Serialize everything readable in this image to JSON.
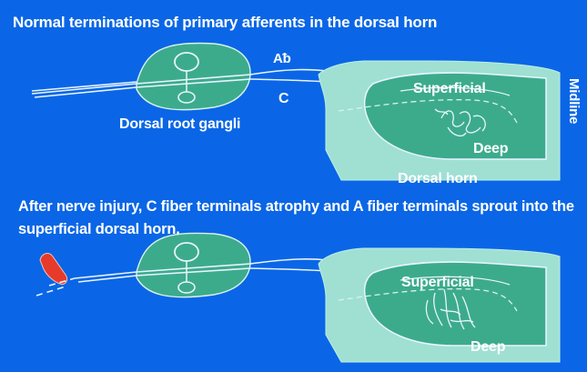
{
  "title": "Normal terminations of primary afferents in the dorsal horn",
  "caption_after_injury": "After nerve injury, C fiber terminals atrophy and A fiber terminals sprout into the superficial dorsal horn.",
  "labels": {
    "a_beta": "Aᵬ",
    "c_fiber": "C",
    "dorsal_root_ganglia": "Dorsal root gangli",
    "superficial_top": "Superficial",
    "deep_top": "Deep",
    "dorsal_horn": "Dorsal horn",
    "midline": "Midline",
    "superficial_bottom": "Superficial",
    "deep_bottom": "Deep"
  },
  "colors": {
    "background": "#0a66e6",
    "spinal_cord_fill": "#9fe0d3",
    "dorsal_horn_fill": "#3cab8c",
    "ganglion_fill": "#3cab8c",
    "lines": "#e8f4ff",
    "injury_mark": "#e63a2a"
  }
}
